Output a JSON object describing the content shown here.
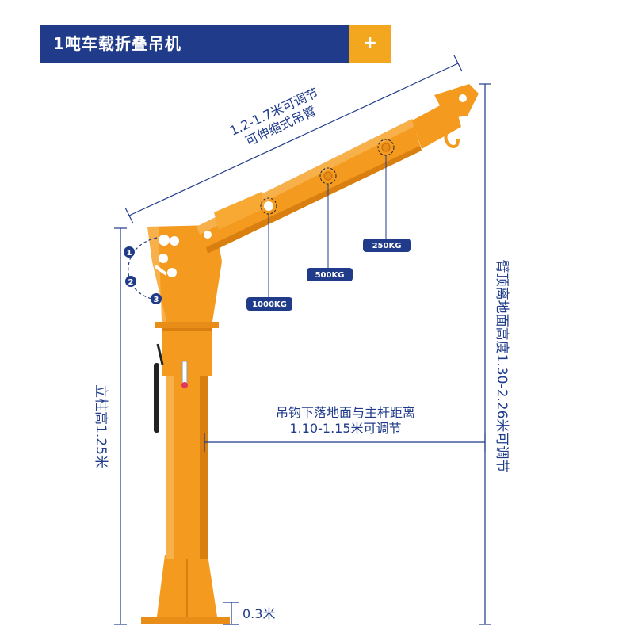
{
  "header": {
    "title": "1吨车载折叠吊机",
    "plus": "+"
  },
  "labels": {
    "arm_line1": "1.2-1.7米可调节",
    "arm_line2": "可伸缩式吊臂",
    "column_height": "立柱高1.25米",
    "arm_top_height": "臂顶离地面高度1.30-2.26米可调节",
    "hook_line1": "吊钩下落地面与主杆距离",
    "hook_line2": "1.10-1.15米可调节",
    "base_height": "0.3米"
  },
  "loads": [
    {
      "label": "1000KG"
    },
    {
      "label": "500KG"
    },
    {
      "label": "250KG"
    }
  ],
  "angles": [
    "1",
    "2",
    "3"
  ],
  "colors": {
    "navy": "#1f3b8a",
    "orange": "#f49a1e",
    "orange_dark": "#d97f10",
    "accent": "#f2a71f"
  }
}
